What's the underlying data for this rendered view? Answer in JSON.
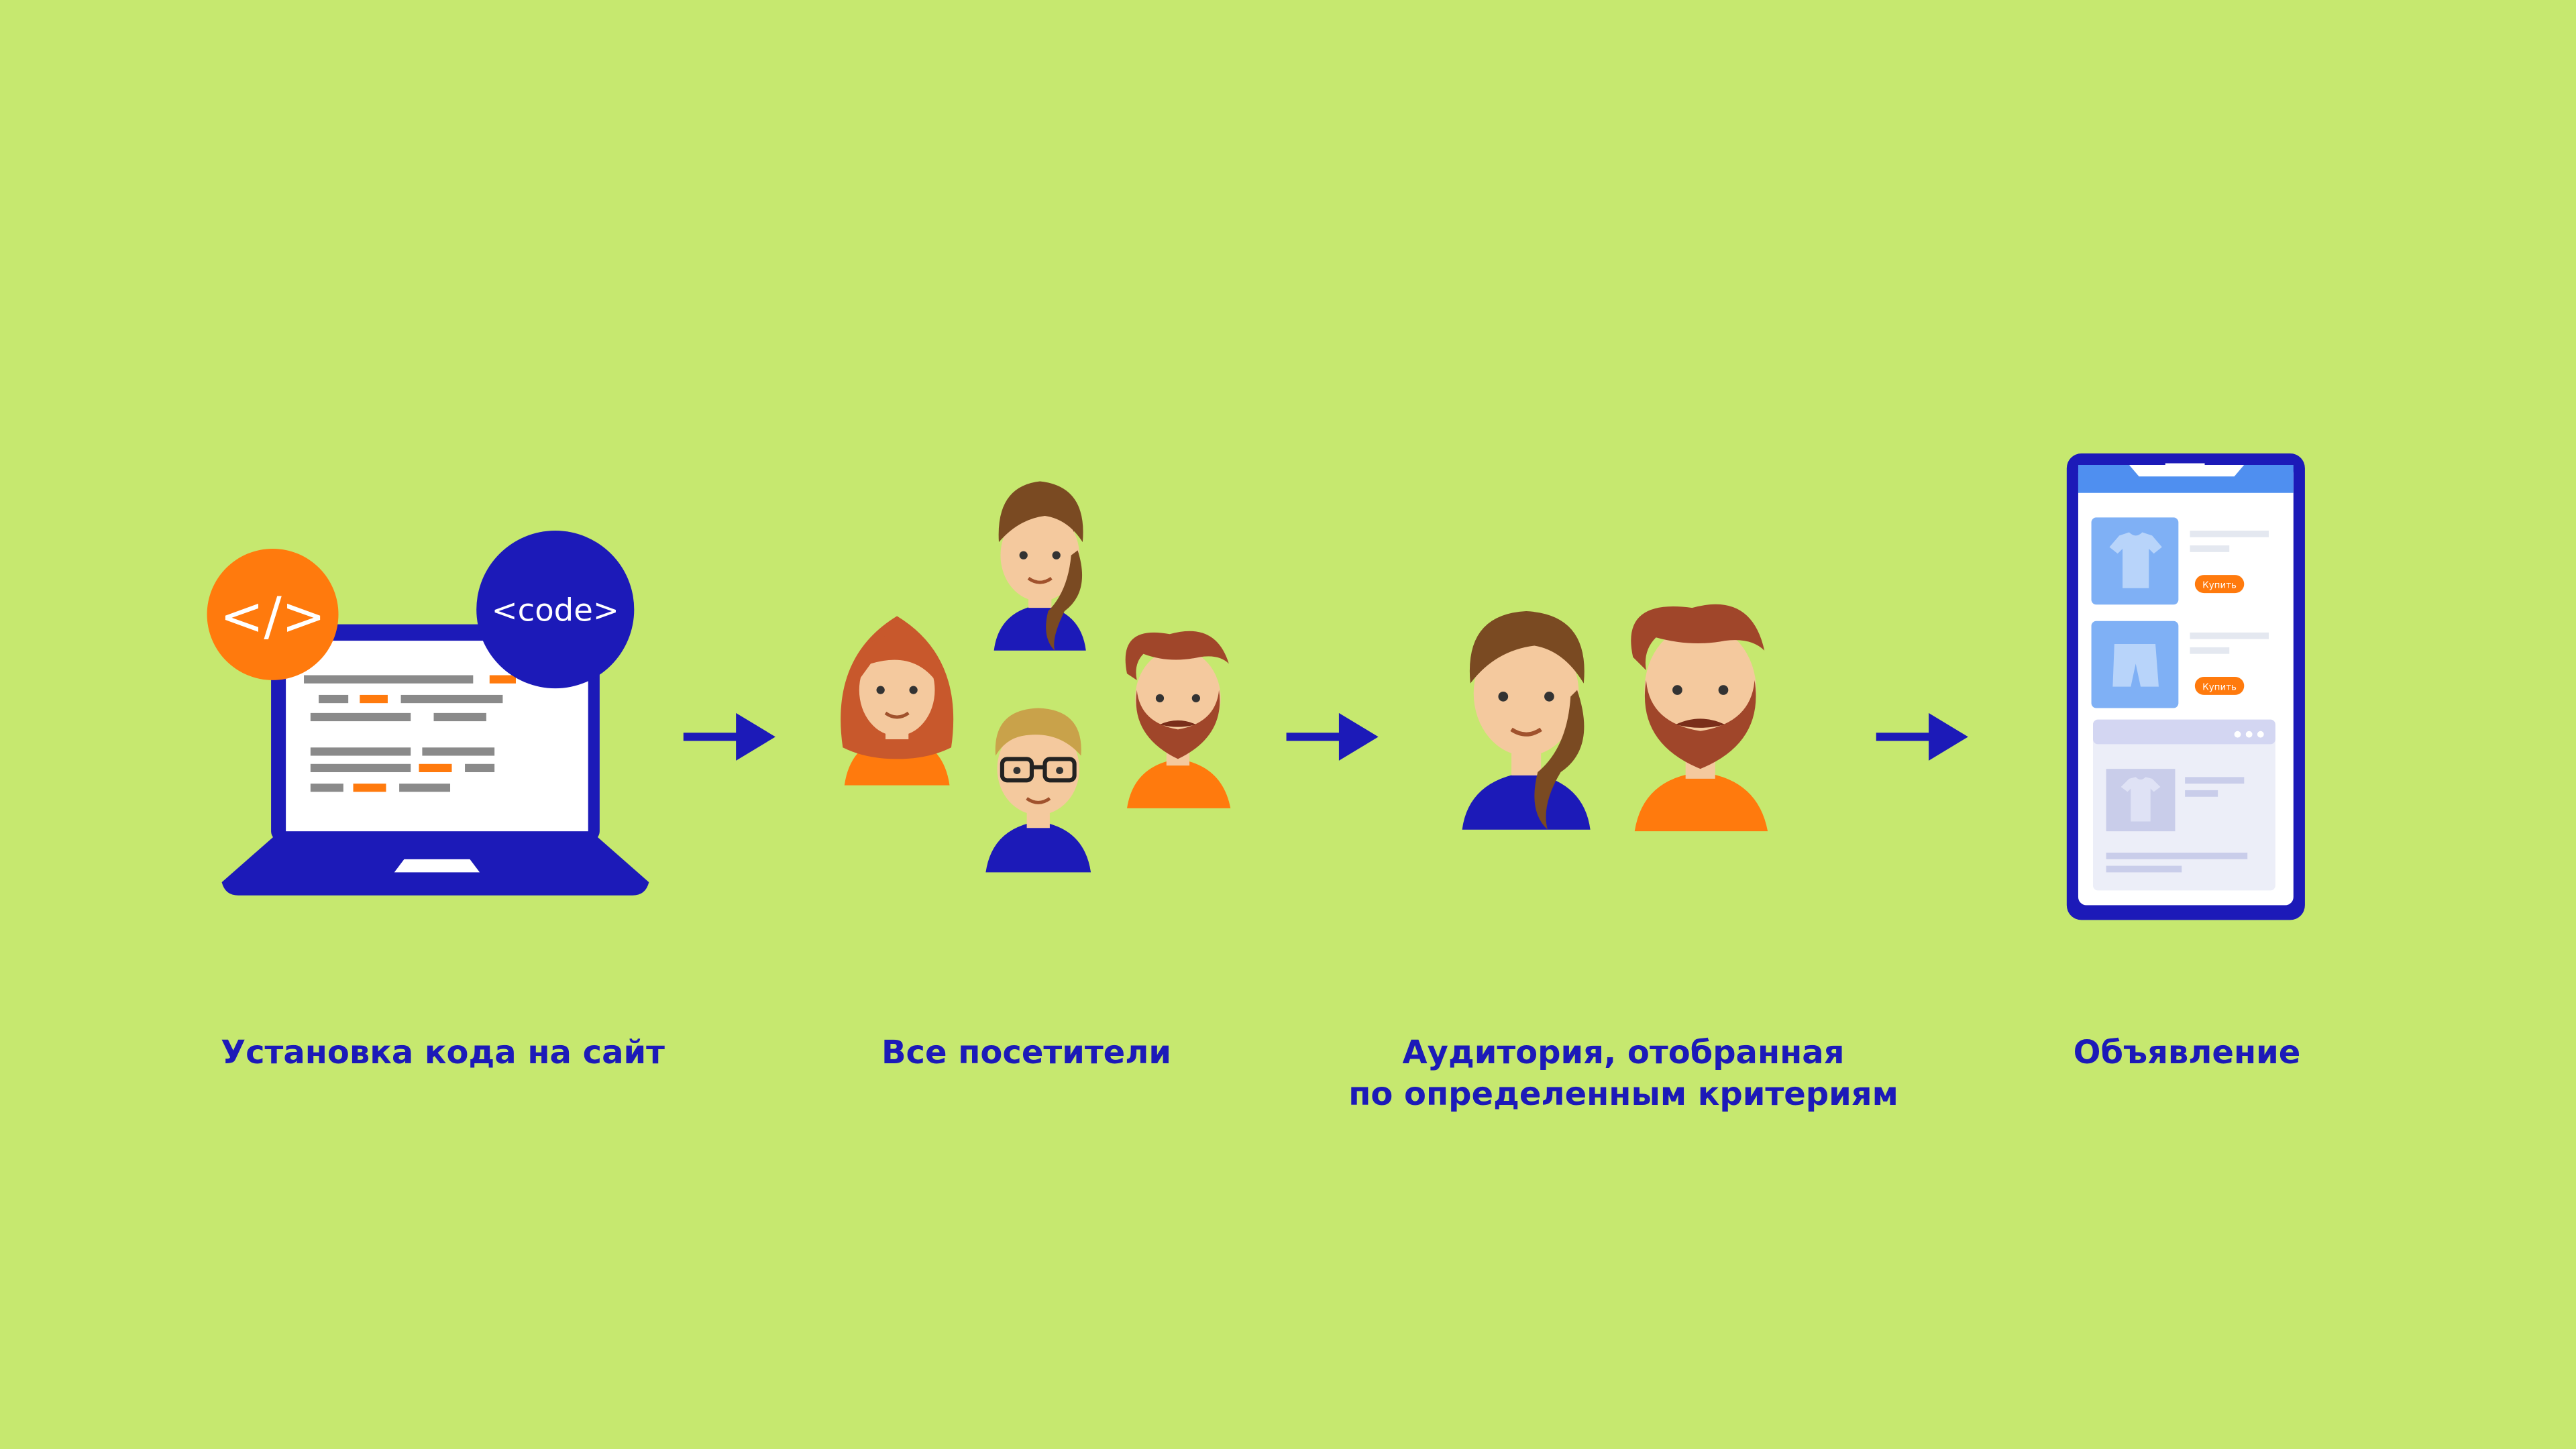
{
  "colors": {
    "background": "#c6e86f",
    "blue": "#1c1ab8",
    "orange": "#ff7a0d",
    "caption": "#1c1ab8",
    "skin": "#f4c99e",
    "hair_brown": "#7a4a22",
    "hair_red": "#c8582c",
    "hair_blond": "#c9a24a"
  },
  "icons": {
    "laptop": "laptop-icon",
    "html_tag": "code-brackets-icon",
    "code_bubble": "code-badge-icon",
    "arrow": "arrow-right-icon",
    "smartphone": "smartphone-icon",
    "tshirt": "tshirt-icon",
    "shorts": "shorts-icon"
  },
  "badges": {
    "html_tag": "</>",
    "code": "<code>"
  },
  "steps": [
    {
      "caption_lines": [
        "Установка кода на сайт"
      ]
    },
    {
      "caption_lines": [
        "Все посетители"
      ]
    },
    {
      "caption_lines": [
        "Аудитория, отобранная",
        "по определенным критериям"
      ]
    },
    {
      "caption_lines": [
        "Объявление"
      ]
    }
  ],
  "phone": {
    "buy_label": "Купить"
  }
}
